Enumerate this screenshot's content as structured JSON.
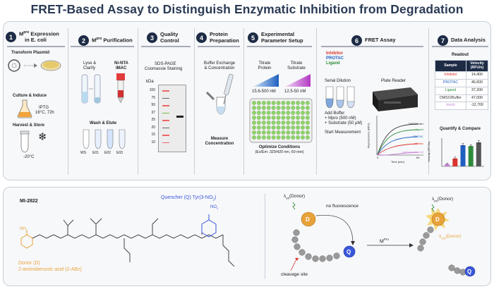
{
  "title": "FRET-Based Assay to Distinguish Enzymatic Inhibition from Degradation",
  "colors": {
    "navy": "#1d2b45",
    "inhibitor": "#d9342b",
    "protac": "#1f5fbf",
    "ligand": "#2e8b3a",
    "dmso": "#333333",
    "mock": "#c77dd6",
    "donor": "#e8a23a",
    "quencher": "#3a56d9"
  },
  "steps": [
    {
      "num": "1",
      "label_a": "M",
      "label_sup": "pro",
      "label_b": " Expression",
      "label_c": "in E. coli"
    },
    {
      "num": "2",
      "label_a": "M",
      "label_sup": "pro",
      "label_b": " Purification"
    },
    {
      "num": "3",
      "label": "Quality Control"
    },
    {
      "num": "4",
      "label": "Protein Preparation"
    },
    {
      "num": "5",
      "label": "Experimental Parameter Setup"
    },
    {
      "num": "6",
      "label": "FRET Assay"
    },
    {
      "num": "7",
      "label": "Data Analysis"
    }
  ],
  "s1": {
    "transform": "Transform Plasmid",
    "culture": "Culture & Induce",
    "iptg": "IPTG",
    "cond": "16°C, 72h",
    "harvest": "Harvest & Store",
    "temp": "-20°C"
  },
  "s2": {
    "lyse": "Lyse &",
    "clarify": "Clarify",
    "nnta": "Ni-NTA",
    "imac": "IMAC",
    "wash": "Wash & Elute",
    "fractions": [
      "WS",
      "E01",
      "E02",
      "E03"
    ]
  },
  "s3": {
    "gel_title": "SDS-PAGE",
    "gel_sub": "Coomassie Staining",
    "kda": "kDa",
    "markers": [
      "100",
      "75",
      "50",
      "37",
      "25",
      "20",
      "15",
      "10"
    ]
  },
  "s4": {
    "buffer": "Buffer Exchange",
    "conc": "& Concentration",
    "measure": "Measure",
    "measure2": "Concentration"
  },
  "s5": {
    "tp": "Titrate",
    "tp2": "Protein",
    "tp_range": "15.6-500 nM",
    "ts": "Titrate",
    "ts2": "Substrate",
    "ts_range": "12.5-50 nM",
    "optimize": "Optimize Conditions",
    "wave": "(Ex/Em: 320/420 nm, 60 min)"
  },
  "s6": {
    "legend": [
      "Inhibitor",
      "PROTAC",
      "Ligand"
    ],
    "serial": "Serial Dilution",
    "reader": "Plate Reader",
    "add1": "Add Buffer",
    "add2": "+ Mpro (500 nM)",
    "add3": "+ Substrate (50 μM)",
    "start": "Start Measurement",
    "ylabel": "Fluorescence (RFU)",
    "xlabel": "Time (min)",
    "x0": "0",
    "x1": "60",
    "curves": [
      "DMSO/Buffer",
      "Ligand",
      "PROTAC",
      "Inhibitor",
      "mock (no enzyme)"
    ]
  },
  "s7": {
    "readout": "Readout",
    "col_sample": "Sample",
    "col_vel": "Velocity",
    "col_vel2": "(RFU/s)",
    "rows": [
      {
        "sample": "Inhibitor",
        "velocity": "14,400",
        "color": "#d9342b"
      },
      {
        "sample": "PROTAC",
        "velocity": "46,600",
        "color": "#1f5fbf"
      },
      {
        "sample": "Ligand",
        "velocity": "37,200",
        "color": "#2e8b3a"
      },
      {
        "sample": "DMSO/Buffer",
        "velocity": "47,000",
        "color": "#333333"
      },
      {
        "sample": "mock",
        "velocity": "-12,700",
        "color": "#c77dd6"
      }
    ],
    "quantify": "Quantify & Compare",
    "ylabel": "Velocity (RFU/s)"
  },
  "chart_data": {
    "type": "bar",
    "categories": [
      "mock",
      "Inhibitor",
      "PROTAC",
      "Ligand",
      "DMSO/Buffer"
    ],
    "values": [
      0.08,
      0.28,
      0.75,
      0.72,
      0.85
    ],
    "errors": [
      0.03,
      0.05,
      0.06,
      0.05,
      0.06
    ],
    "colors": [
      "#c77dd6",
      "#d9342b",
      "#1f5fbf",
      "#2e8b3a",
      "#555555"
    ],
    "title": "Quantify & Compare",
    "ylabel": "Velocity (RFU/s)",
    "xlabel": "",
    "ylim": [
      0,
      1
    ]
  },
  "bottom": {
    "compound": "MI-2822",
    "quencher": "Quencher (Q) Tyr(3-NO",
    "quencher_sub": "2",
    "quencher_end": ")",
    "no2": "NO",
    "no2_sub": "2",
    "donor1": "Donor (D)",
    "donor2": "2-aminobenzoic acid (2-ABz)",
    "nh2": "NH",
    "nh2_sub": "2",
    "donor_ex": "λ",
    "ex_sub": "ex",
    "ex_label": "(Donor)",
    "em_sub": "em",
    "no_fluor": "no fluorescence",
    "cleavage": "cleavage site",
    "mpro": "M",
    "mpro_sup": "Pro",
    "d": "D",
    "q": "Q"
  }
}
